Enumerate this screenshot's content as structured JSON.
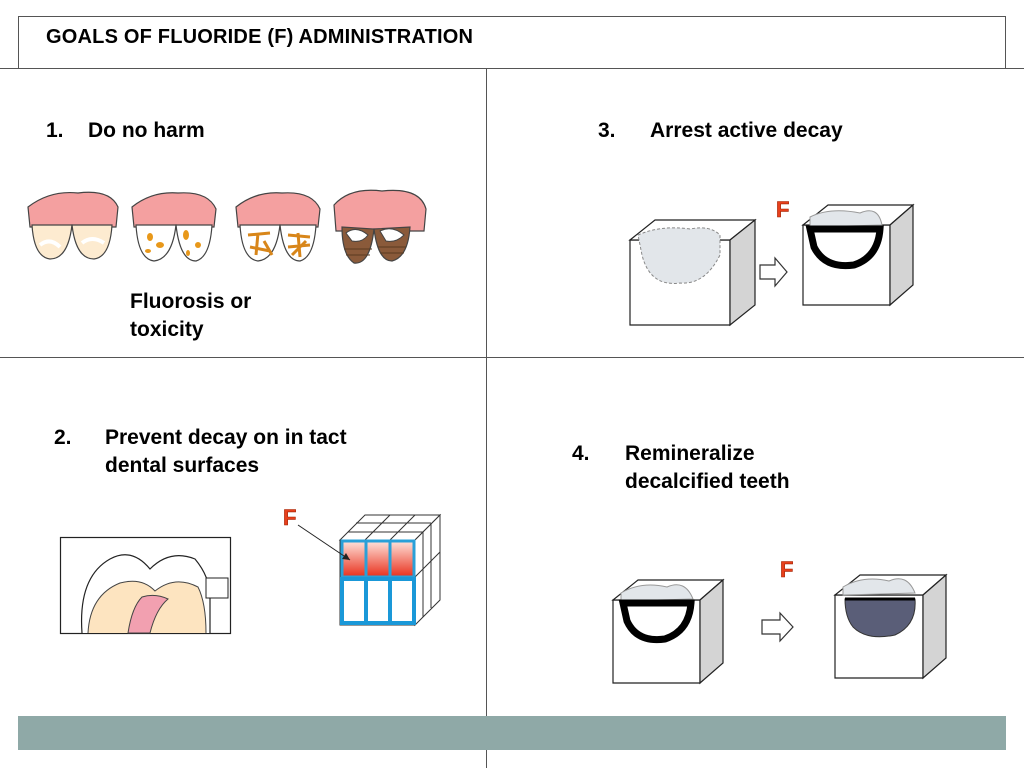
{
  "title": "GOALS OF FLUORIDE (F) ADMINISTRATION",
  "goal1": {
    "number": "1.",
    "label": "Do no harm",
    "caption_line1": "Fluorosis or",
    "caption_line2": "toxicity"
  },
  "goal2": {
    "number": "2.",
    "label_line1": "Prevent decay on in tact",
    "label_line2": "dental surfaces",
    "f_label": "F"
  },
  "goal3": {
    "number": "3.",
    "label": "Arrest active decay",
    "f_label": "F"
  },
  "goal4": {
    "number": "4.",
    "label_line1": "Remineralize",
    "label_line2": "decalcified teeth",
    "f_label": "F"
  },
  "colors": {
    "gum": "#f4a0a0",
    "tooth": "#ffffff",
    "fluorosis_spot": "#e8981a",
    "decay": "#000000",
    "remineralized": "#5a5e78",
    "footer_bar": "#8fa9a7",
    "f_mark": "#e8401c"
  }
}
